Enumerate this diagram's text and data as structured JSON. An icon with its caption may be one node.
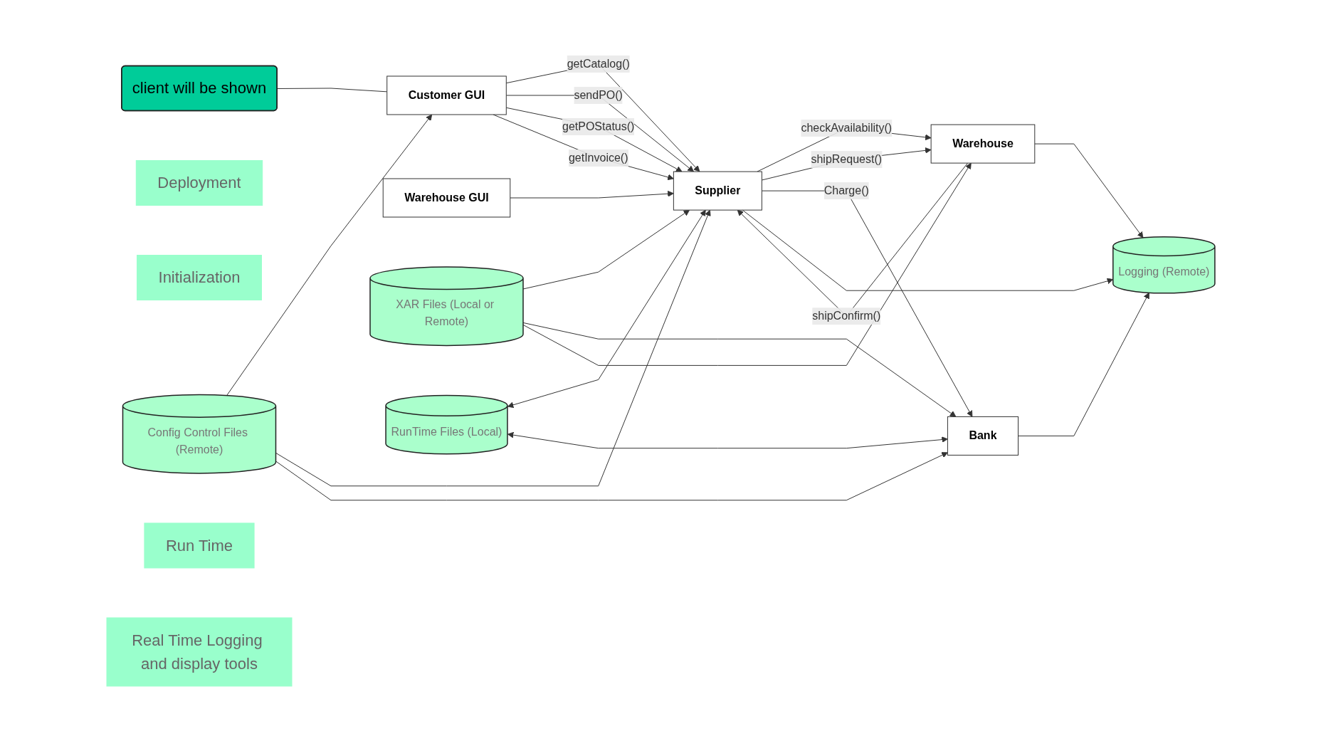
{
  "diagram": {
    "nodes": [
      {
        "text": [
          "client will be shown"
        ]
      },
      {
        "text": [
          "Customer GUI"
        ]
      },
      {
        "text": [
          "Warehouse GUI"
        ]
      },
      {
        "text": [
          "XAR Files (Local or Remote)"
        ]
      },
      {
        "text": [
          "Deployment"
        ]
      },
      {
        "text": [
          "Initialization"
        ]
      },
      {
        "text": [
          "Config Control Files (Remote)"
        ]
      },
      {
        "text": [
          "Supplier"
        ]
      },
      {
        "text": [
          "Warehouse"
        ]
      },
      {
        "text": [
          "Run Time"
        ]
      },
      {
        "text": [
          "RunTime Files (Local)"
        ]
      },
      {
        "text": [
          "Bank"
        ]
      },
      {
        "text": [
          "Logging (Remote)"
        ]
      },
      {
        "text": [
          "Real Time Logging and display tools"
        ]
      }
    ],
    "edges": [
      {
        "from": 0,
        "to": 1,
        "arrow": "none"
      },
      {
        "from": 1,
        "to": 7,
        "arrow": "to",
        "label": "getCatalog()"
      },
      {
        "from": 1,
        "to": 7,
        "arrow": "to",
        "label": "sendPO()"
      },
      {
        "from": 1,
        "to": 7,
        "arrow": "to",
        "label": "getPOStatus()"
      },
      {
        "from": 1,
        "to": 7,
        "arrow": "to",
        "label": "getInvoice()"
      },
      {
        "from": 2,
        "to": 7,
        "arrow": "to"
      },
      {
        "from": 7,
        "to": 8,
        "arrow": "to",
        "label": "checkAvailability()"
      },
      {
        "from": 7,
        "to": 8,
        "arrow": "to",
        "label": "shipRequest()"
      },
      {
        "from": 8,
        "to": 7,
        "arrow": "to",
        "label": "shipConfirm()"
      },
      {
        "from": 7,
        "to": 11,
        "arrow": "to",
        "label": "Charge()"
      },
      {
        "from": 6,
        "to": 1,
        "arrow": "to"
      },
      {
        "from": 6,
        "to": 7,
        "arrow": "to"
      },
      {
        "from": 6,
        "to": 11,
        "arrow": "to"
      },
      {
        "from": 3,
        "to": 7,
        "arrow": "to"
      },
      {
        "from": 3,
        "to": 11,
        "arrow": "to"
      },
      {
        "from": 3,
        "to": 8,
        "arrow": "to"
      },
      {
        "from": 10,
        "to": 7,
        "arrow": "both"
      },
      {
        "from": 10,
        "to": 11,
        "arrow": "both"
      },
      {
        "from": 7,
        "to": 12,
        "arrow": "to"
      },
      {
        "from": 11,
        "to": 12,
        "arrow": "to"
      },
      {
        "from": 8,
        "to": 12,
        "arrow": "to"
      }
    ]
  }
}
